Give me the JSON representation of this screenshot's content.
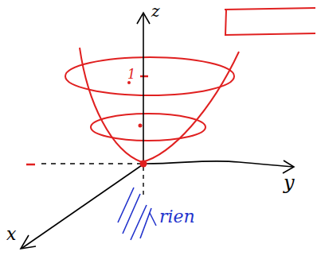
{
  "diagram": {
    "labels": [
      "z",
      "1",
      "y",
      "x",
      "rien"
    ]
  }
}
